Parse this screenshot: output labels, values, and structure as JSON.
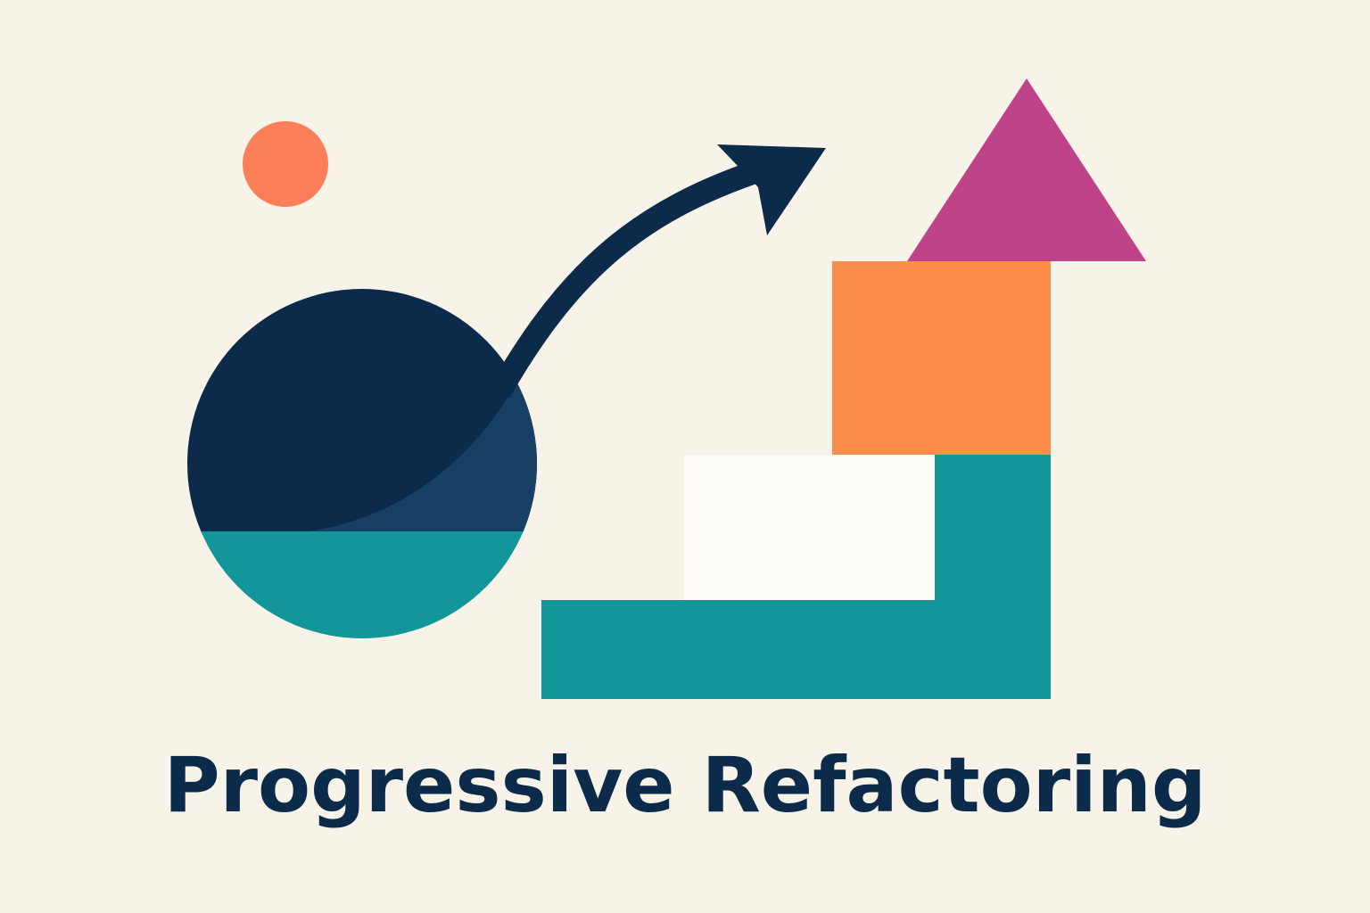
{
  "title": "Progressive Refactoring",
  "colors": {
    "background": "#f8f3e9",
    "navy": "#0c2a4a",
    "navy_light": "#163f63",
    "teal": "#12969a",
    "coral": "#fd7f5a",
    "orange": "#fc8e4c",
    "magenta": "#bf4389",
    "white": "#fdfbf6"
  },
  "icons": [
    "small-circle",
    "split-circle",
    "curved-arrow",
    "step-blocks",
    "triangle"
  ]
}
